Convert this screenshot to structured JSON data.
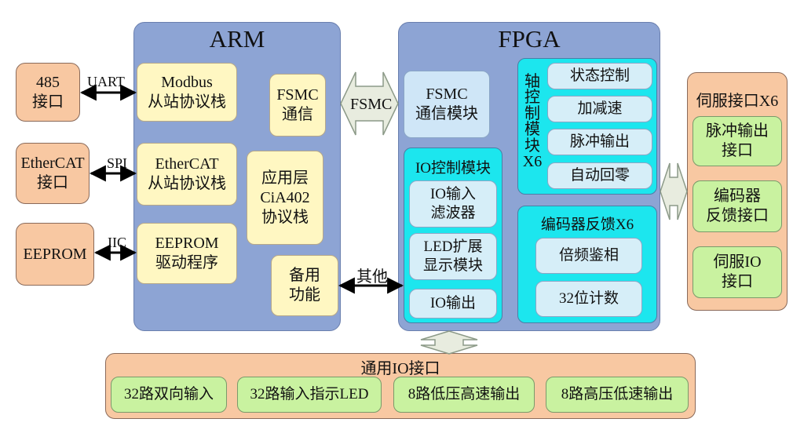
{
  "left": {
    "port485": "485\n接口",
    "ethercat_port": "EtherCAT\n接口",
    "eeprom": "EEPROM",
    "uart": "UART",
    "spi": "SPI",
    "iic": "IIC"
  },
  "arm": {
    "title": "ARM",
    "modbus": "Modbus\n从站协议栈",
    "ethercat_stack": "EtherCAT\n从站协议栈",
    "eeprom_driver": "EEPROM\n驱动程序",
    "fsmc": "FSMC\n通信",
    "app_layer": "应用层\nCiA402\n协议栈",
    "spare": "备用\n功能"
  },
  "links": {
    "fsmc_label": "FSMC",
    "other_label": "其他"
  },
  "fpga": {
    "title": "FPGA",
    "fsmc_module": "FSMC\n通信模块",
    "axis_control_label": "轴控制模块X6",
    "axis_items": [
      "状态控制",
      "加减速",
      "脉冲输出",
      "自动回零"
    ],
    "io_control_title": "IO控制模块",
    "io_items": [
      "IO输入\n滤波器",
      "LED扩展\n显示模块",
      "IO输出"
    ],
    "encoder_title": "编码器反馈X6",
    "encoder_items": [
      "倍频鉴相",
      "32位计数"
    ]
  },
  "servo": {
    "title": "伺服接口X6",
    "items": [
      "脉冲输出\n接口",
      "编码器\n反馈接口",
      "伺服IO\n接口"
    ]
  },
  "general_io": {
    "title": "通用IO接口",
    "items": [
      "32路双向输入",
      "32路输入指示LED",
      "8路低压高速输出",
      "8路高压低速输出"
    ]
  },
  "colors": {
    "panel": "#8da4d4",
    "orange": "#f8c8a2",
    "yellow": "#fff7c2",
    "cyan": "#1ce6ee",
    "green": "#c9f2a0"
  }
}
